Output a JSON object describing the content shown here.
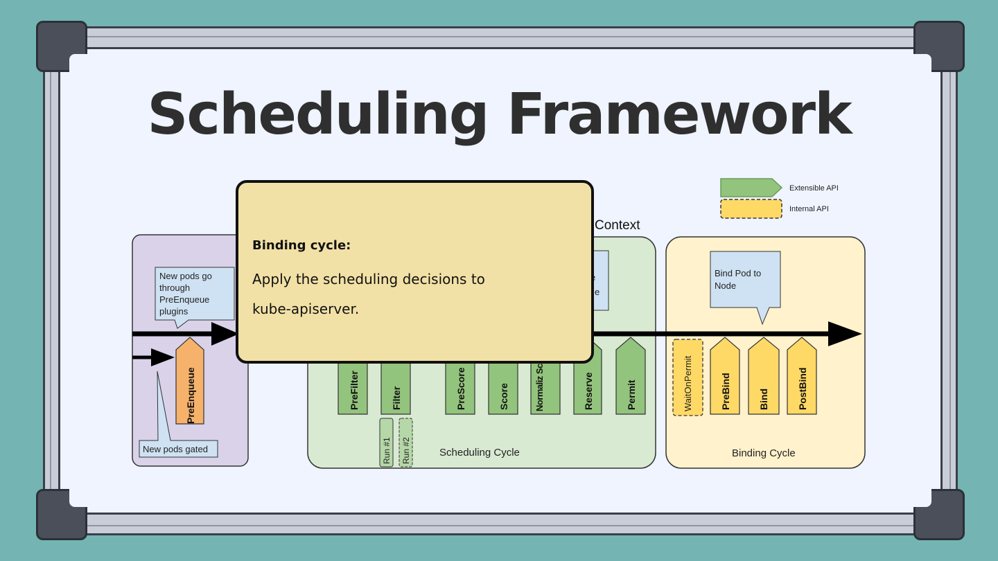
{
  "title": "Scheduling Framework",
  "legend": {
    "extensible": {
      "label": "Extensible API",
      "color": "#93c47d"
    },
    "internal": {
      "label": "Internal API",
      "color": "#ffd966"
    }
  },
  "context_label": "Context",
  "preenqueue_box": {
    "callout_lines": [
      "New pods go",
      "through",
      "PreEnqueue",
      "plugins"
    ],
    "gated_label": "New pods gated",
    "plugin": "PreEnqueue"
  },
  "scheduling_cycle": {
    "label": "Scheduling Cycle",
    "plugins": [
      "PreFilter",
      "Filter",
      "PreScore",
      "Score",
      "Normaliz Score",
      "Reserve",
      "Permit"
    ],
    "runs": [
      "Run #1",
      "Run #2"
    ],
    "partial_callout": [
      "e",
      "e"
    ]
  },
  "binding_cycle": {
    "label": "Binding Cycle",
    "callout_lines": [
      "Bind Pod to",
      "Node"
    ],
    "internal_plugin": "WaitOnPermit",
    "plugins": [
      "PreBind",
      "Bind",
      "PostBind"
    ]
  },
  "overlay": {
    "heading": "Binding cycle:",
    "lines": [
      "Apply the scheduling decisions to",
      "kube-apiserver."
    ]
  }
}
